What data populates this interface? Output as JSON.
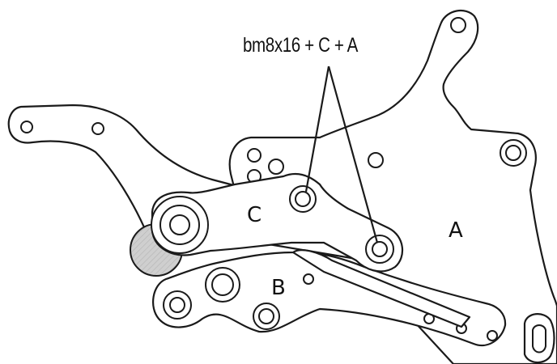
{
  "callout": {
    "text": "bm8x16 + C + A"
  },
  "parts": {
    "a": {
      "label": "A"
    },
    "b": {
      "label": "B"
    },
    "c": {
      "label": "C"
    }
  },
  "colors": {
    "outline": "#1a1a1a",
    "background": "#ffffff",
    "footpeg_fill": "#cccccc"
  }
}
